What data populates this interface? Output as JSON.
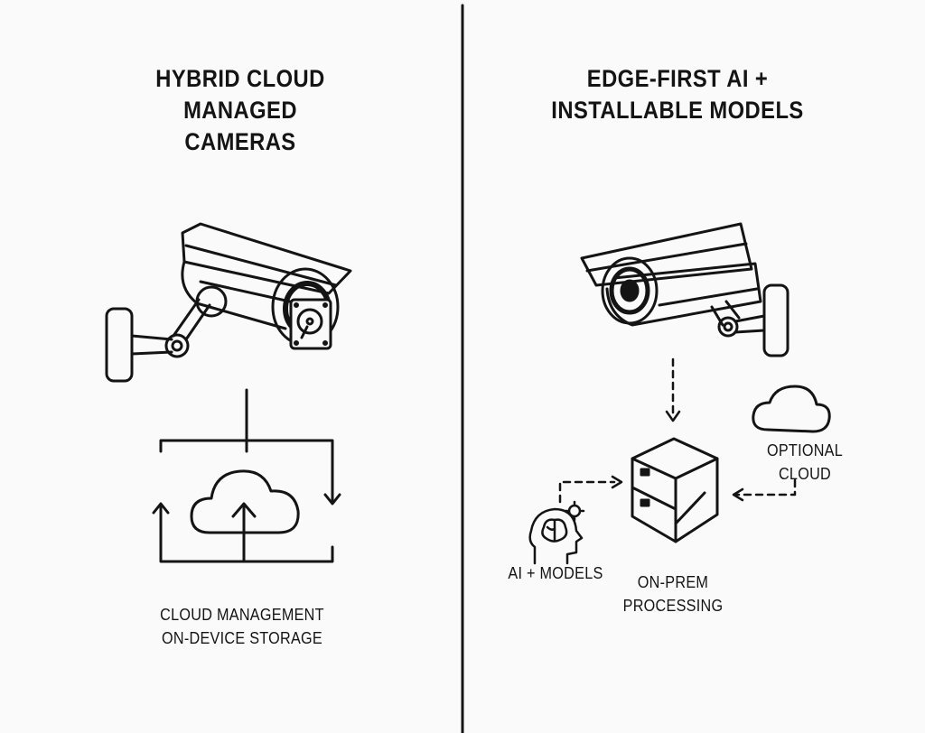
{
  "left_panel": {
    "title_lines": [
      "HYBRID CLOUD",
      "MANAGED",
      "CAMERAS"
    ],
    "caption_lines": [
      "CLOUD MANAGEMENT",
      "ON-DEVICE STORAGE"
    ]
  },
  "right_panel": {
    "title_lines": [
      "EDGE-FIRST AI +",
      "INSTALLABLE MODELS"
    ],
    "ai_label": "AI + MODELS",
    "processing_lines": [
      "ON-PREM",
      "PROCESSING"
    ],
    "cloud_lines": [
      "OPTIONAL",
      "CLOUD"
    ]
  },
  "colors": {
    "ink": "#141414",
    "background": "#fafafa"
  }
}
